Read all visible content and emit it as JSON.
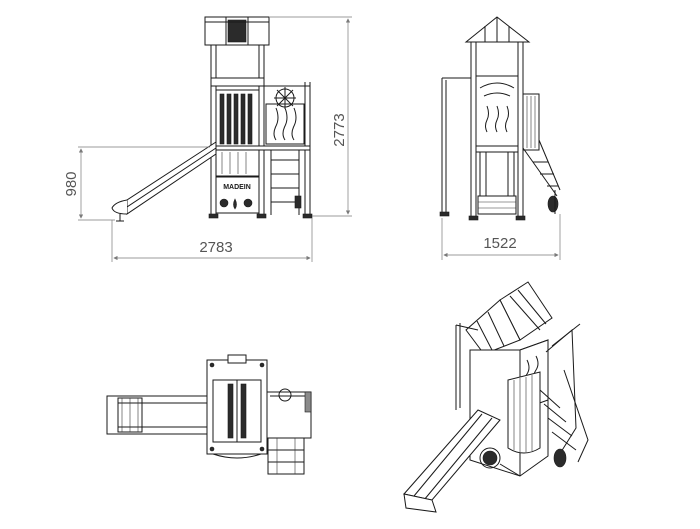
{
  "views": {
    "front": {
      "width_label": "2783",
      "height_label": "2773",
      "platform_label": "980"
    },
    "side": {
      "width_label": "1522"
    }
  },
  "brand_text": "MADEIN"
}
